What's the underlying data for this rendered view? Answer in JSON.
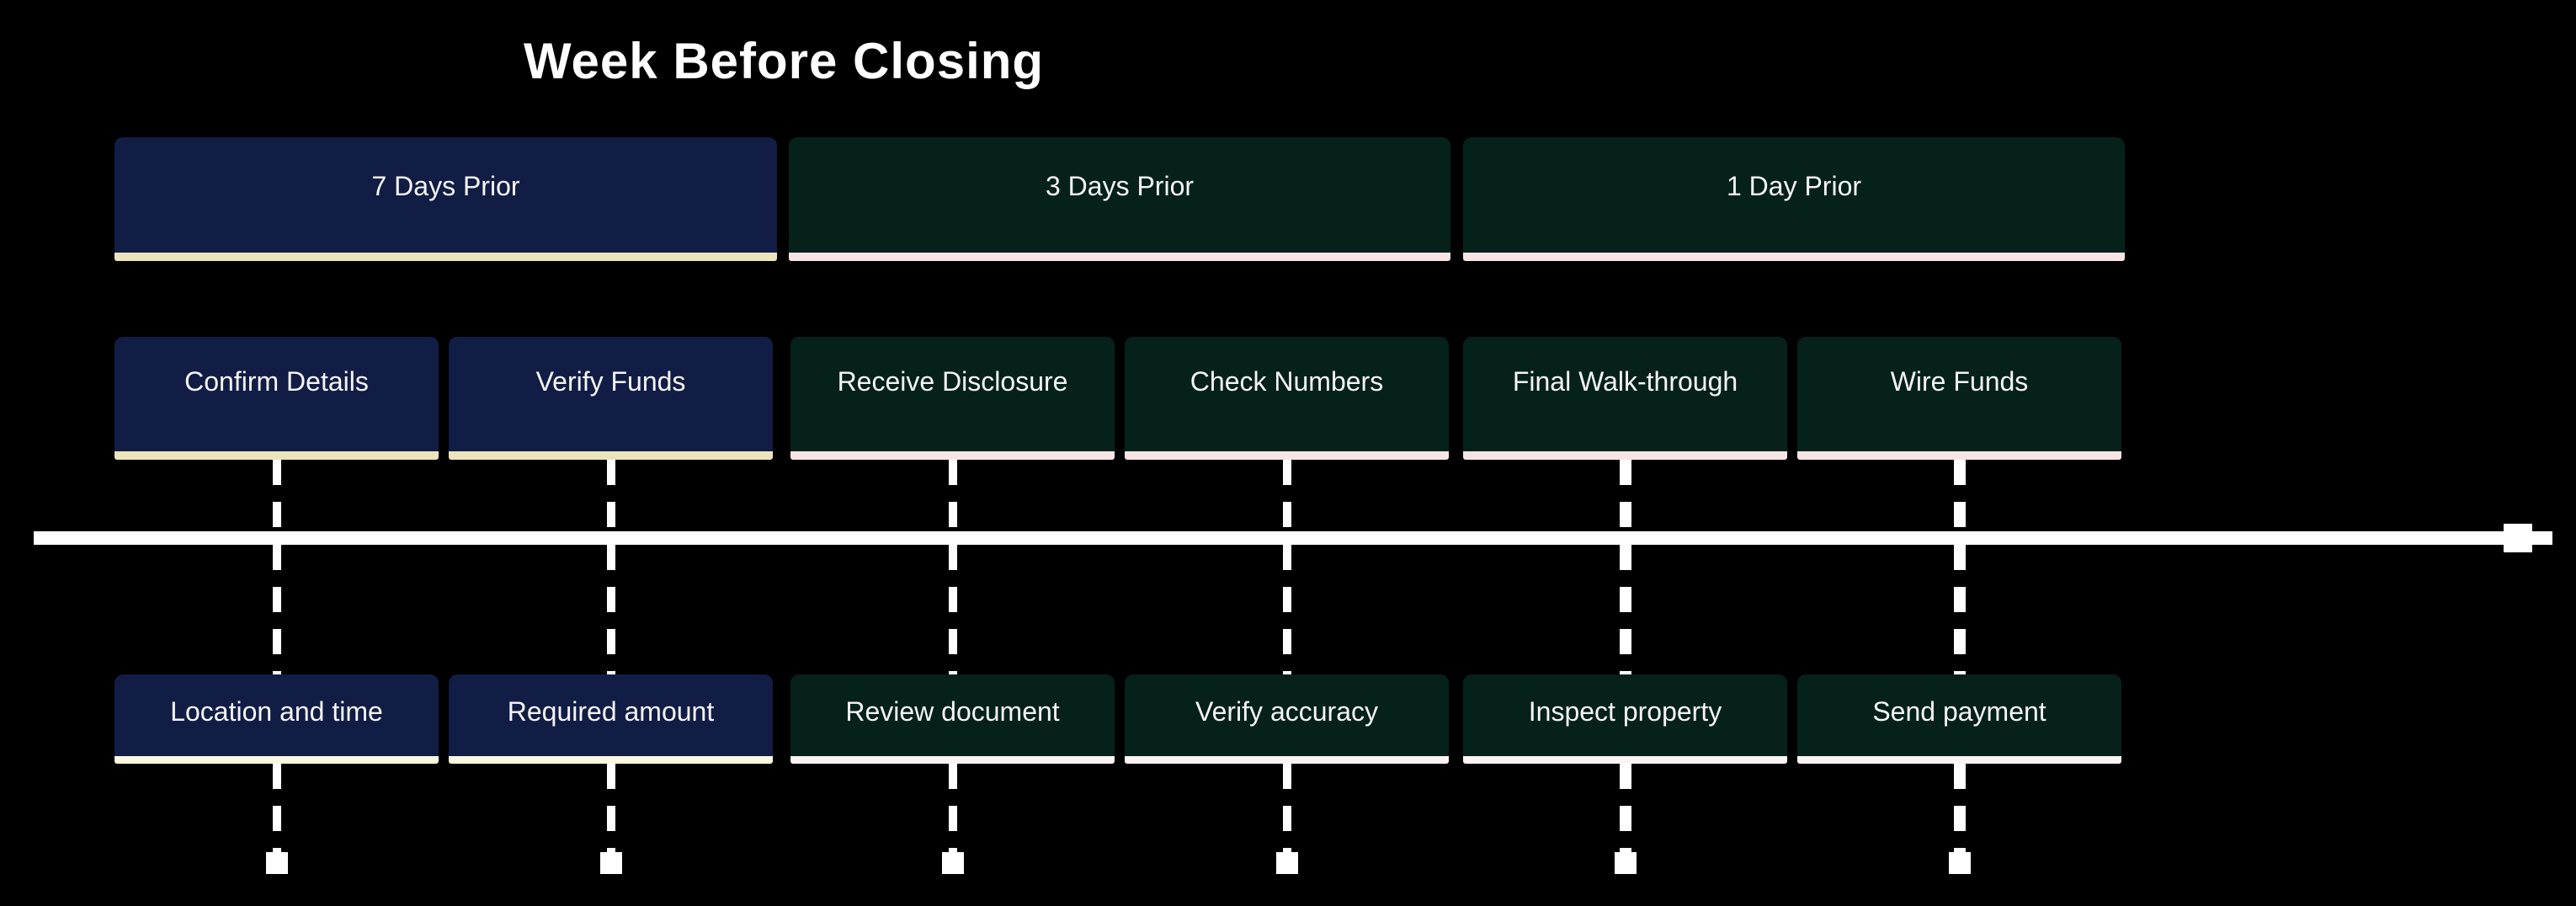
{
  "title": "Week Before Closing",
  "colors": {
    "background": "#000000",
    "navy_box": "#121d45",
    "green_box": "#06211a",
    "cream_underline": "#ece4bd",
    "pink_underline": "#f7e4e4",
    "cream_underline_light": "#fbf8e2",
    "pink_underline_light": "#fdf3f3",
    "timeline": "#ffffff",
    "text": "#f5f5f5"
  },
  "phases": [
    {
      "label": "7 Days Prior",
      "theme": "navy"
    },
    {
      "label": "3 Days Prior",
      "theme": "green"
    },
    {
      "label": "1 Day Prior",
      "theme": "green"
    }
  ],
  "tasks": [
    {
      "label": "Confirm Details",
      "detail": "Location and time",
      "theme": "navy"
    },
    {
      "label": "Verify Funds",
      "detail": "Required amount",
      "theme": "navy"
    },
    {
      "label": "Receive Disclosure",
      "detail": "Review document",
      "theme": "green"
    },
    {
      "label": "Check Numbers",
      "detail": "Verify accuracy",
      "theme": "green"
    },
    {
      "label": "Final Walk-through",
      "detail": "Inspect property",
      "theme": "green"
    },
    {
      "label": "Wire Funds",
      "detail": "Send payment",
      "theme": "green"
    }
  ]
}
